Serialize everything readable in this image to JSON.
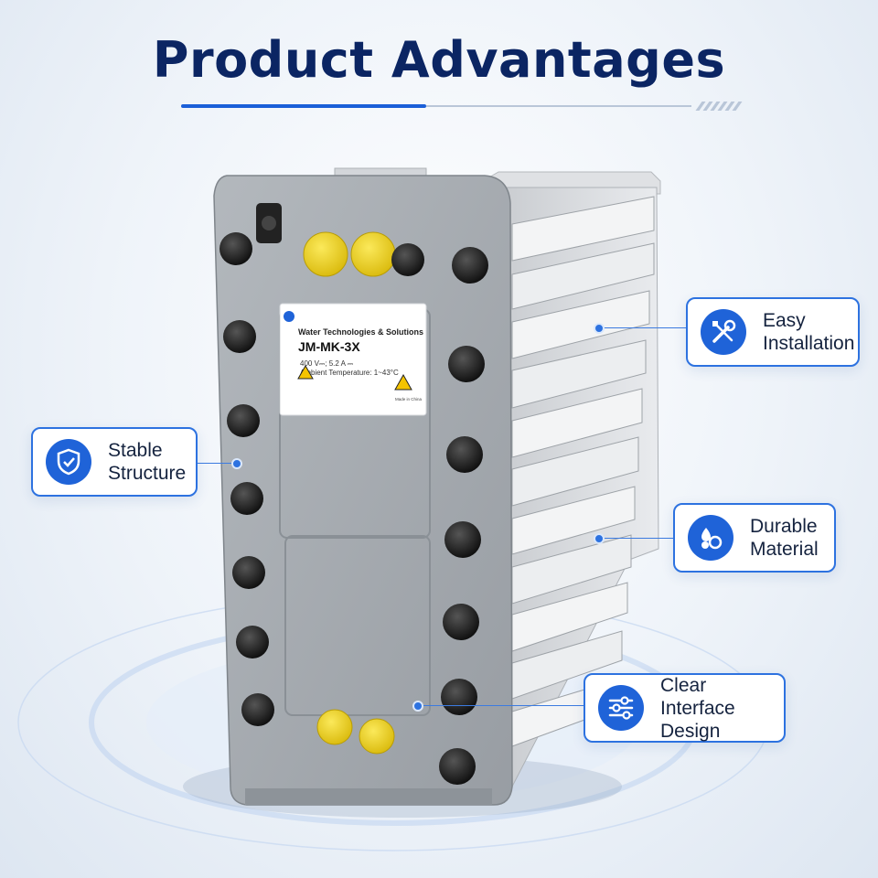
{
  "page": {
    "title": "Product Advantages"
  },
  "product": {
    "label": {
      "brand": "Water Technologies & Solutions",
      "model": "JM-MK-3X",
      "rating": "400 V⎓; 5.2 A ⎓",
      "temperature": "Ambient Temperature: 1~43°C",
      "origin": "Made in China"
    }
  },
  "features": [
    {
      "line1": "Stable",
      "line2": "Structure",
      "icon": "shield-check-icon"
    },
    {
      "line1": "Easy",
      "line2": "Installation",
      "icon": "tools-icon"
    },
    {
      "line1": "Durable",
      "line2": "Material",
      "icon": "droplets-icon"
    },
    {
      "line1": "Clear",
      "line2": "Interface Design",
      "icon": "sliders-icon"
    }
  ],
  "colors": {
    "accent": "#1f63d8",
    "title": "#0b2563",
    "housing": "#a7acb1",
    "port": "#f2d414"
  }
}
